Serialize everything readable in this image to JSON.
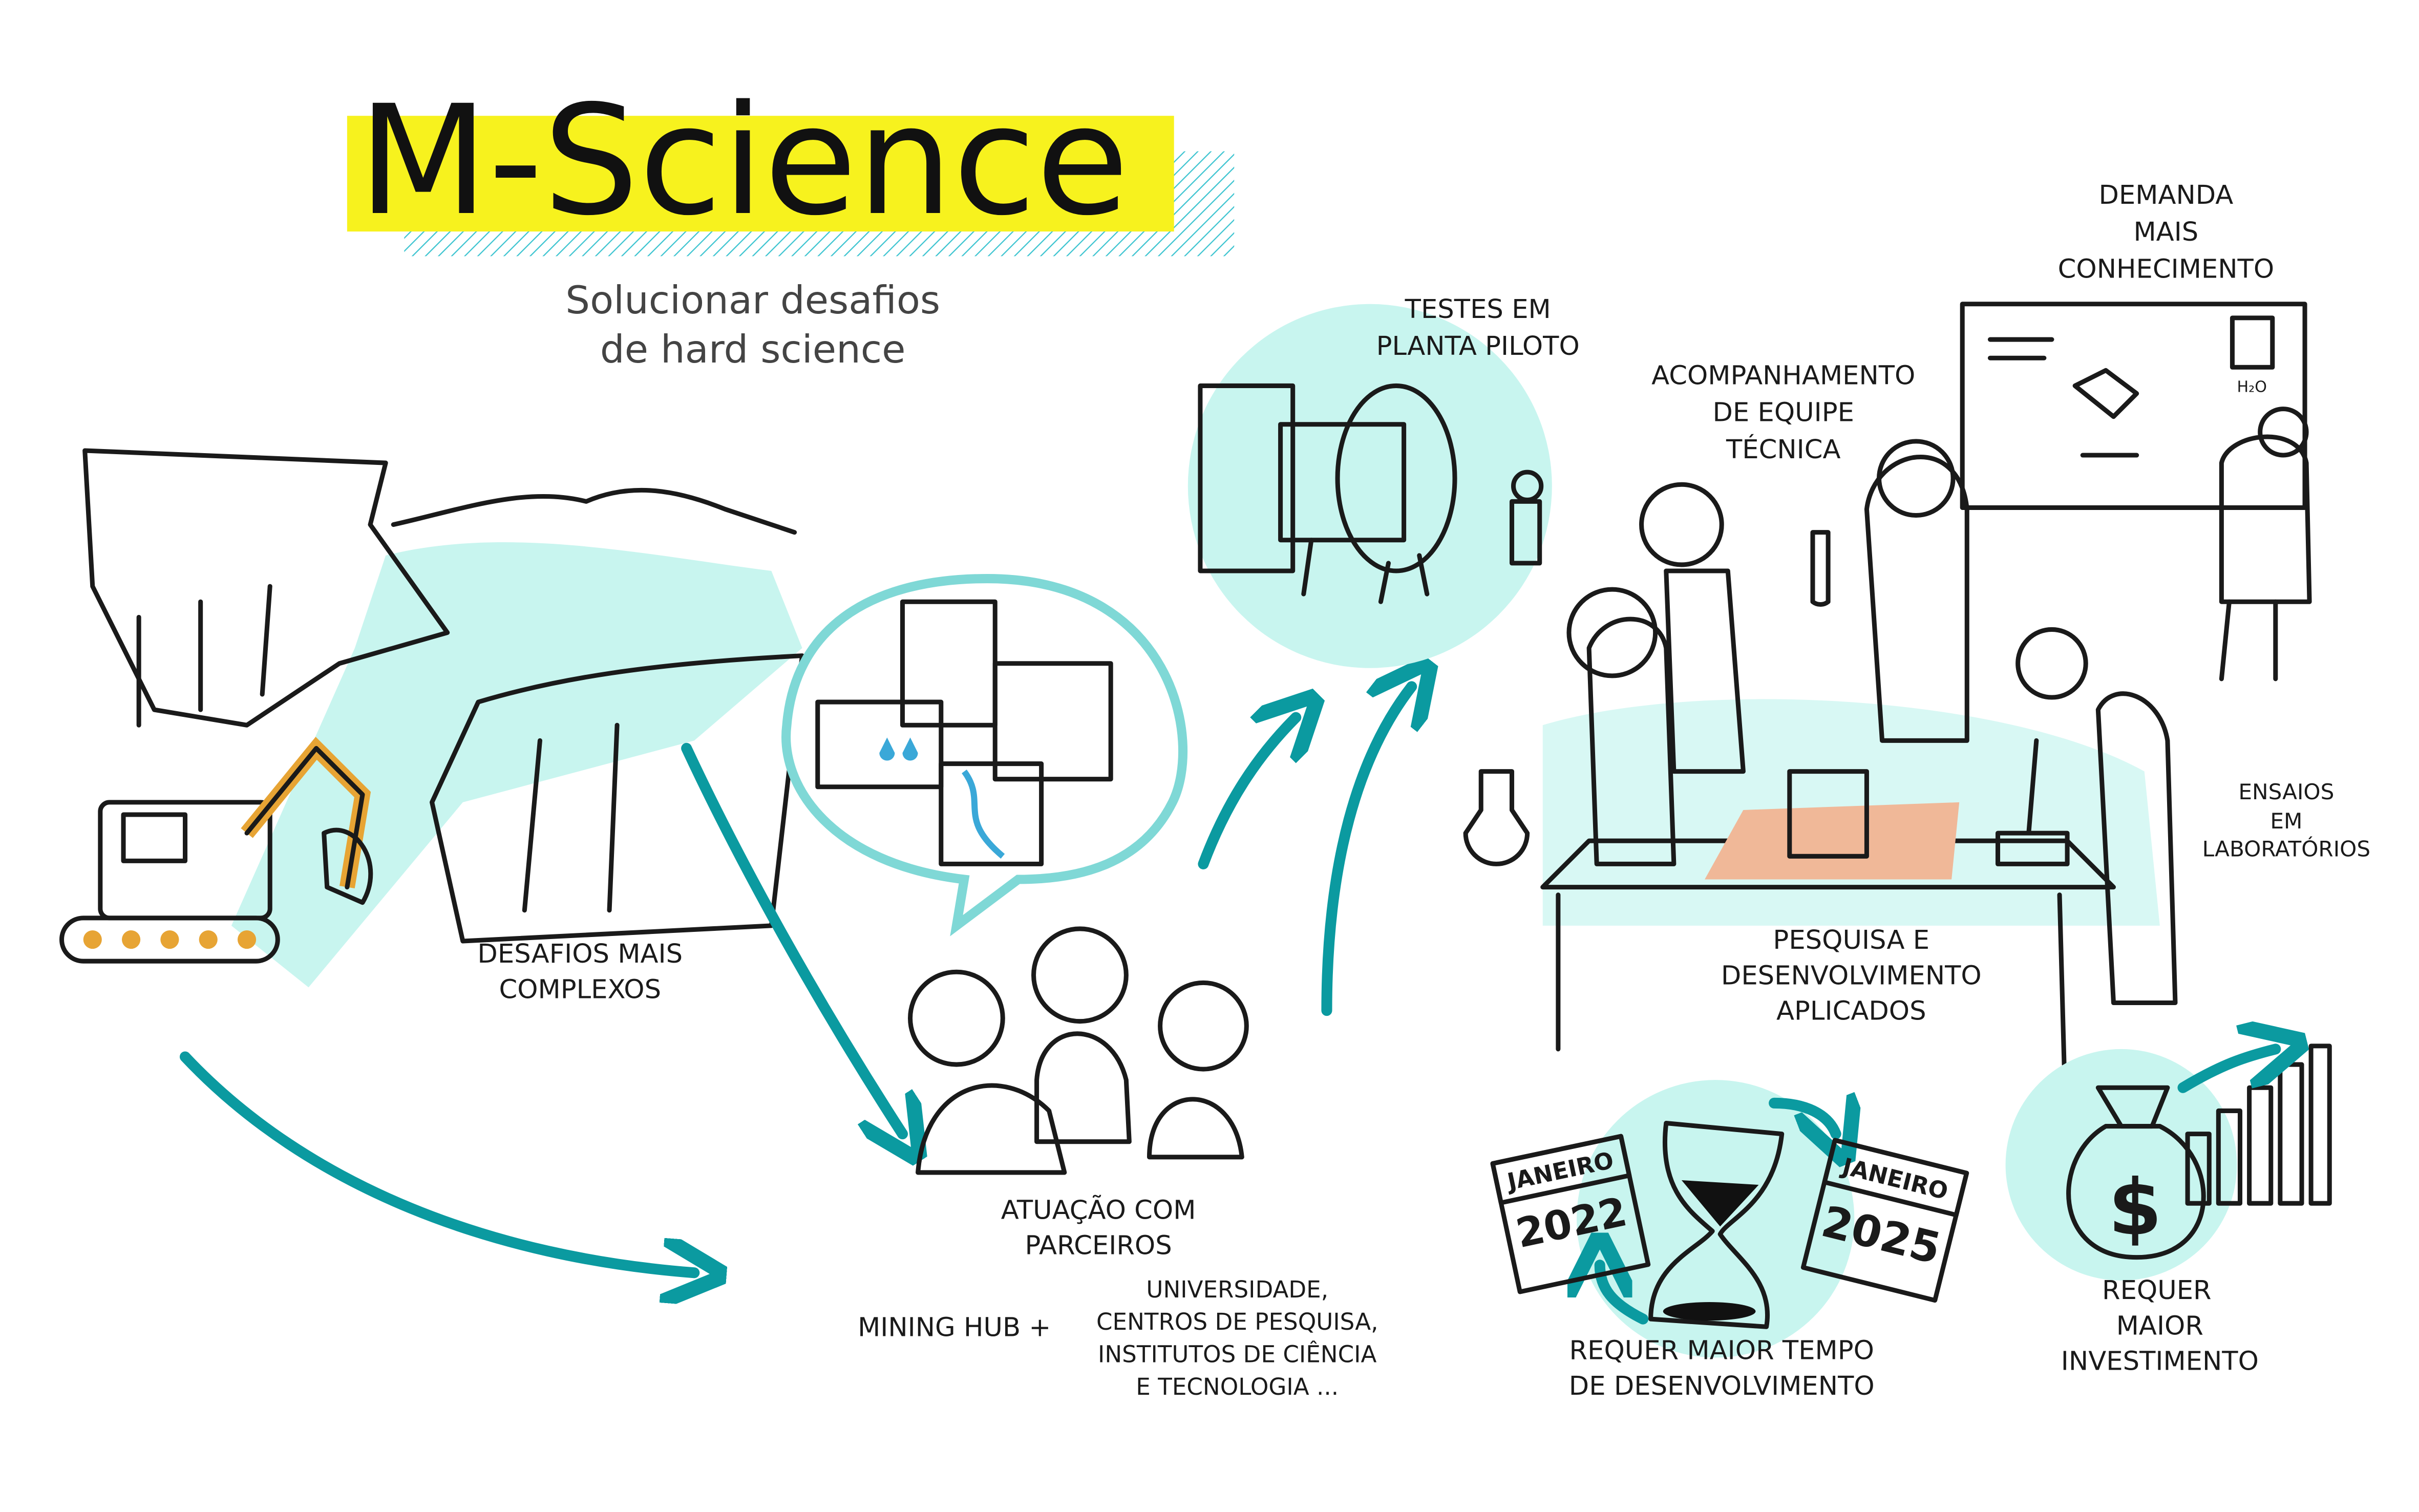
{
  "title": "M-Science",
  "subtitle": [
    "Solucionar desafios",
    "de hard science"
  ],
  "labels": {
    "desafios": [
      "DESAFIOS MAIS",
      "COMPLEXOS"
    ],
    "testes": [
      "TESTES EM",
      "PLANTA PILOTO"
    ],
    "demanda": [
      "DEMANDA",
      "MAIS",
      "CONHECIMENTO"
    ],
    "acompanhamento": [
      "ACOMPANHAMENTO",
      "DE EQUIPE",
      "TÉCNICA"
    ],
    "ensaios": [
      "ENSAIOS",
      "EM",
      "LABORATÓRIOS"
    ],
    "pesquisa": [
      "PESQUISA E",
      "DESENVOLVIMENTO",
      "APLICADOS"
    ],
    "atuacao": [
      "ATUAÇÃO COM",
      "PARCEIROS"
    ],
    "mining_hub": "MINING HUB +",
    "parceiros_lista": [
      "UNIVERSIDADE,",
      "CENTROS DE PESQUISA,",
      "INSTITUTOS DE CIÊNCIA",
      "E TECNOLOGIA ..."
    ],
    "tempo": [
      "REQUER MAIOR TEMPO",
      "DE DESENVOLVIMENTO"
    ],
    "investimento": [
      "REQUER",
      "MAIOR",
      "INVESTIMENTO"
    ]
  },
  "calendars": [
    {
      "month": "JANEIRO",
      "year": "2022"
    },
    {
      "month": "JANEIRO",
      "year": "2025"
    }
  ],
  "board": {
    "formula": "H₂O"
  },
  "money_symbol": "$",
  "colors": {
    "highlight": "#f7f21e",
    "arrow": "#0b9aa0",
    "cyan": "#c8f5ef",
    "calendar": "#f0a08a",
    "excavator": "#e7a434"
  }
}
